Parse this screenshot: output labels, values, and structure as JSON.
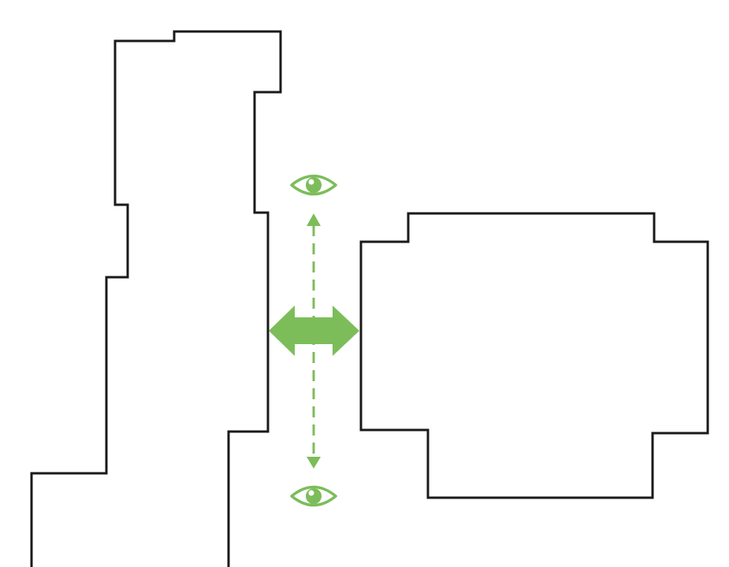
{
  "diagram": {
    "kind": "plan-view sightline between two buildings",
    "colors": {
      "outline": "#1a1a1a",
      "accent": "#7cbd5a",
      "background": "#ffffff"
    },
    "elements": {
      "left_building": "building-outline",
      "right_building": "building-outline",
      "gap_arrow": "double-headed-arrow",
      "sightline": "dashed-line-with-arrowheads",
      "top_viewer": "eye-icon",
      "bottom_viewer": "eye-icon"
    }
  }
}
